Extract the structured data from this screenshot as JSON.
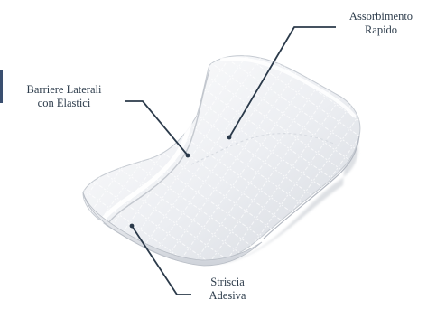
{
  "labels": {
    "assorbimento": {
      "line1": "Assorbimento",
      "line2": "Rapido"
    },
    "barriere": {
      "line1": "Barriere Laterali",
      "line2": "con Elastici"
    },
    "striscia": {
      "line1": "Striscia",
      "line2": "Adesiva"
    }
  },
  "colors": {
    "leader": "#2b3a4a",
    "pad_fill": "#eef0f3",
    "pad_shadow": "#c9cdd4",
    "quilt": "#ffffff",
    "text": "#2e3d4c",
    "edge_mark": "#3a4f70"
  }
}
